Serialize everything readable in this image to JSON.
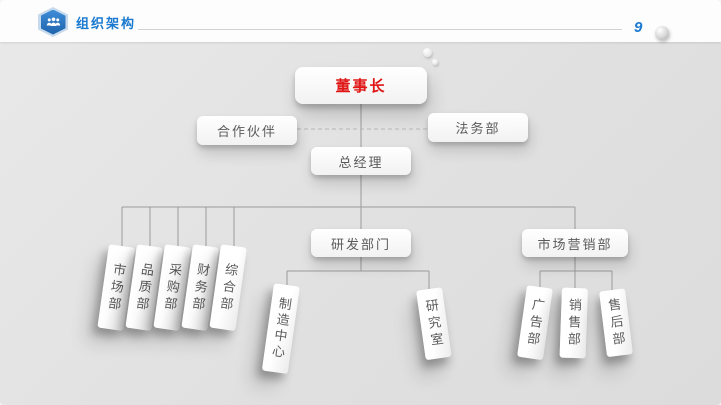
{
  "header": {
    "title": "组织架构",
    "page_number": "9"
  },
  "colors": {
    "accent": "#1b7ad0",
    "chairman_text": "#e01616",
    "node_text": "#5a5a5a",
    "line": "#9b9b9b"
  },
  "org_chart": {
    "chairman": "董事长",
    "partners": "合作伙伴",
    "legal": "法务部",
    "general_manager": "总经理",
    "rd_department": "研发部门",
    "marketing_department": "市场营销部",
    "departments": [
      "市场部",
      "品质部",
      "采购部",
      "财务部",
      "综合部"
    ],
    "rd_children": [
      "制造中心",
      "研究室"
    ],
    "marketing_children": [
      "广告部",
      "销售部",
      "售后部"
    ]
  }
}
